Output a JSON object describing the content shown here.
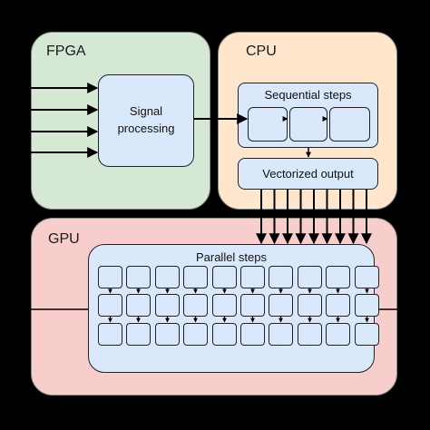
{
  "fpga": {
    "label": "FPGA",
    "box_label": "Signal\nprocessing"
  },
  "cpu": {
    "label": "CPU",
    "sequential_label": "Sequential steps",
    "vectorized_label": "Vectorized output"
  },
  "gpu": {
    "label": "GPU",
    "parallel_label": "Parallel steps"
  },
  "colors": {
    "fpga_fill": "#d5e8d4",
    "cpu_fill": "#ffe6cc",
    "gpu_fill": "#f8cecc",
    "box_fill": "#dae8fc",
    "background": "#000000"
  }
}
